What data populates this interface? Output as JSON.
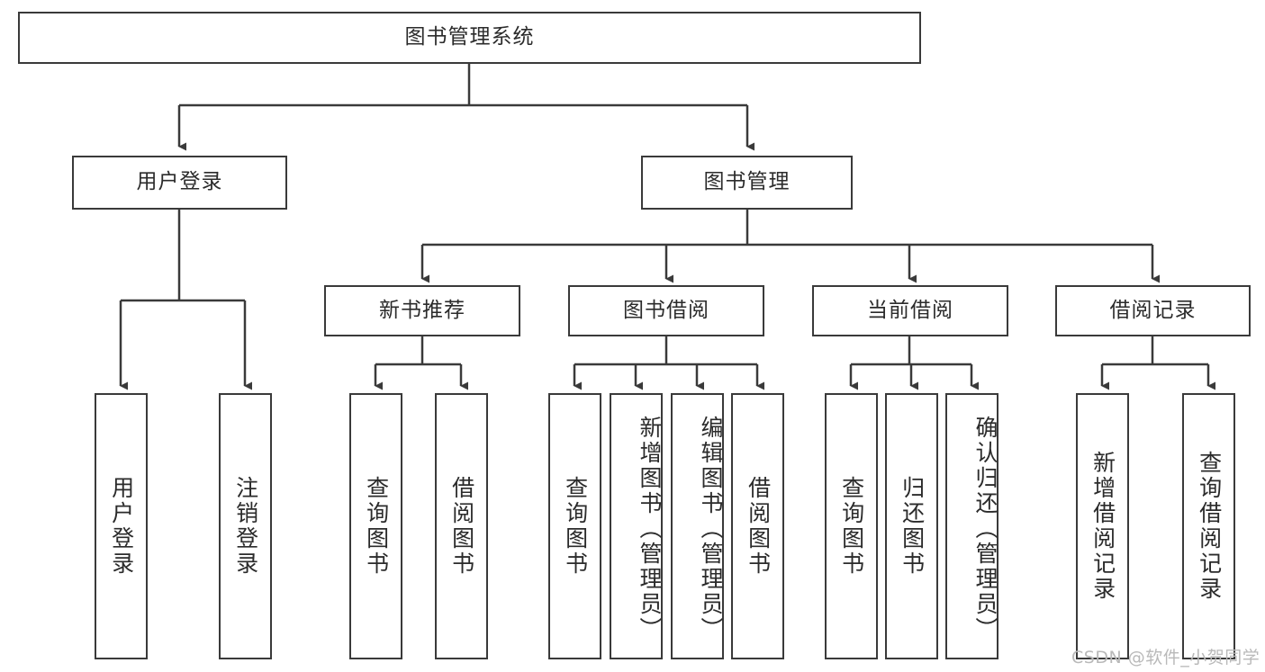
{
  "diagram": {
    "title": "图书管理系统",
    "type": "tree",
    "root": {
      "label": "图书管理系统"
    },
    "level1": [
      {
        "label": "用户登录"
      },
      {
        "label": "图书管理"
      }
    ],
    "level2": [
      {
        "label": "新书推荐"
      },
      {
        "label": "图书借阅"
      },
      {
        "label": "当前借阅"
      },
      {
        "label": "借阅记录"
      }
    ],
    "leaves": {
      "user_login": [
        {
          "label": "用户登录"
        },
        {
          "label": "注销登录"
        }
      ],
      "new_book_recommend": [
        {
          "label": "查询图书"
        },
        {
          "label": "借阅图书"
        }
      ],
      "book_borrow": [
        {
          "label": "查询图书"
        },
        {
          "label": "新增图书（管理员）"
        },
        {
          "label": "编辑图书（管理员）"
        },
        {
          "label": "借阅图书"
        }
      ],
      "current_borrow": [
        {
          "label": "查询图书"
        },
        {
          "label": "归还图书"
        },
        {
          "label": "确认归还（管理员）"
        }
      ],
      "borrow_records": [
        {
          "label": "新增借阅记录"
        },
        {
          "label": "查询借阅记录"
        }
      ]
    }
  },
  "watermark": {
    "text": "CSDN @软件_小贺同学"
  },
  "colors": {
    "stroke": "#3a3a3a",
    "background": "#ffffff",
    "text": "#2b2b2b",
    "watermark": "#b9b9b9"
  }
}
